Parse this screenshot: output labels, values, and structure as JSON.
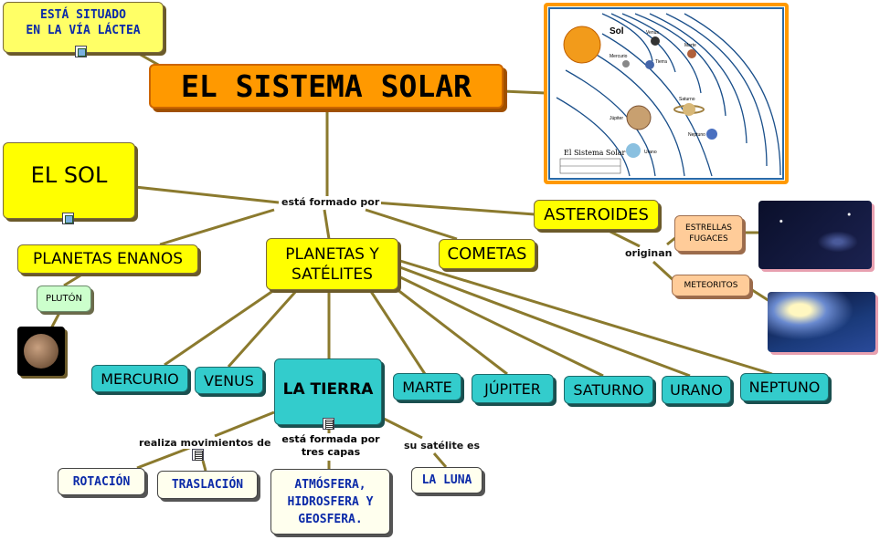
{
  "title": "EL SISTEMA SOLAR",
  "link_label_main": "está formado por",
  "top_left_note": [
    "ESTÁ SITUADO",
    "EN LA VÍA LÁCTEA"
  ],
  "sun": "EL SOL",
  "dwarf_planets": "PLANETAS ENANOS",
  "pluto": "PLUTÓN",
  "planets_satellites": [
    "PLANETAS Y",
    "SATÉLITES"
  ],
  "comets": "COMETAS",
  "asteroids": "ASTEROIDES",
  "asteroids_link": "originan",
  "shooting_stars": [
    "ESTRELLAS",
    "FUGACES"
  ],
  "meteorites": "METEORITOS",
  "planets": {
    "mercury": "MERCURIO",
    "venus": "VENUS",
    "earth": "LA TIERRA",
    "mars": "MARTE",
    "jupiter": "JÚPITER",
    "saturn": "SATURNO",
    "uranus": "URANO",
    "neptune": "NEPTUNO"
  },
  "earth_links": {
    "movements_label": "realiza movimientos de",
    "layers_label": [
      "está formada por",
      "tres capas"
    ],
    "satellite_label": "su satélite es"
  },
  "earth_children": {
    "rotation": "ROTACIÓN",
    "translation": "TRASLACIÓN",
    "layers": [
      "ATMÓSFERA,",
      "HIDROSFERA Y",
      "GEOSFERA."
    ],
    "moon": "LA LUNA"
  },
  "diagram_image": {
    "sun_label": "Sol",
    "planet_labels": [
      "Venus",
      "Mercurio",
      "Tierra",
      "Marte",
      "Saturno",
      "Júpiter",
      "Neptuno",
      "Urano"
    ],
    "caption": "El Sistema Solar"
  },
  "colors": {
    "link": "#8b7a2e",
    "yellow_node": "#ffff00",
    "teal_node": "#33cccc",
    "orange_title": "#ff9900",
    "peach_node": "#ffcc99"
  }
}
